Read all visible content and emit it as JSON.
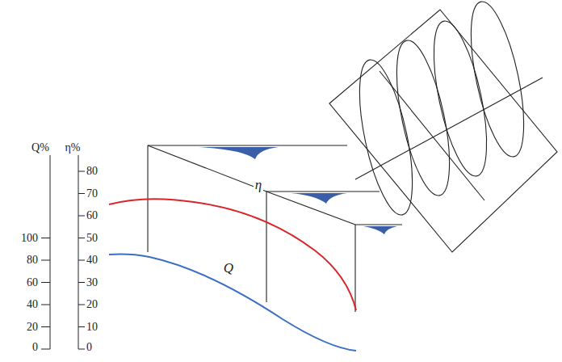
{
  "diagram": {
    "labels": [
      "Q%",
      "η%",
      "100",
      "80",
      "60",
      "40",
      "20",
      "0",
      "80",
      "70",
      "60",
      "50",
      "40",
      "30",
      "20",
      "10",
      "0",
      "η",
      "Q"
    ]
  }
}
